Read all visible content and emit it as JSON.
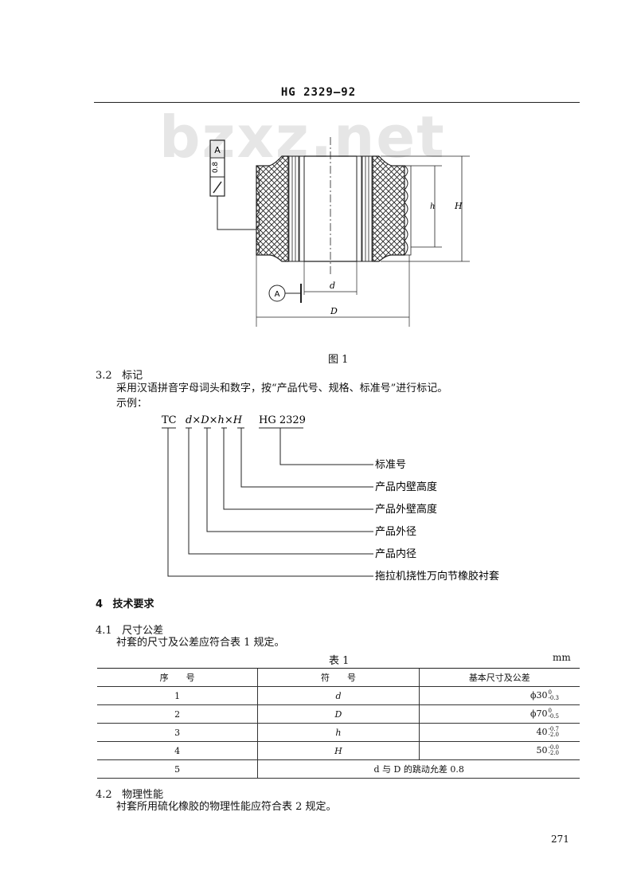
{
  "header": {
    "title": "HG 2329—92"
  },
  "watermark": "bzxz.net",
  "figure": {
    "caption": "图 1",
    "tolerance_value": "0.8",
    "datum_letter": "A",
    "dim_d": "d",
    "dim_D": "D",
    "dim_h": "h",
    "dim_H": "H"
  },
  "section_3_2": {
    "heading_num": "3.2",
    "heading_text": "标记",
    "para": "采用汉语拼音字母词头和数字，按“产品代号、规格、标准号”进行标记。",
    "example_label": "示例：",
    "marking": {
      "code": "TC",
      "spec": "d×D×h×H",
      "standard": "HG 2329",
      "labels": [
        "标准号",
        "产品内壁高度",
        "产品外壁高度",
        "产品外径",
        "产品内径",
        "拖拉机挠性万向节橡胶衬套"
      ]
    }
  },
  "section_4": {
    "heading_num": "4",
    "heading_text": "技术要求"
  },
  "section_4_1": {
    "heading_num": "4.1",
    "heading_text": "尺寸公差",
    "para": "衬套的尺寸及公差应符合表 1 规定。"
  },
  "table1": {
    "title": "表 1",
    "unit": "mm",
    "headers": [
      "序　　号",
      "符　　号",
      "基本尺寸及公差"
    ],
    "rows": [
      {
        "no": "1",
        "sym": "d",
        "base": "ϕ30",
        "upper": "0",
        "lower": "-0.3"
      },
      {
        "no": "2",
        "sym": "D",
        "base": "ϕ70",
        "upper": "0",
        "lower": "-0.5"
      },
      {
        "no": "3",
        "sym": "h",
        "base": "40",
        "upper": "-0.7",
        "lower": "-2.0"
      },
      {
        "no": "4",
        "sym": "H",
        "base": "50",
        "upper": "-0.0",
        "lower": "-2.0"
      }
    ],
    "row5": {
      "no": "5",
      "text": "d 与 D 的跳动允差 0.8"
    }
  },
  "section_4_2": {
    "heading_num": "4.2",
    "heading_text": "物理性能",
    "para": "衬套所用硫化橡胶的物理性能应符合表 2 规定。"
  },
  "page_number": "271"
}
